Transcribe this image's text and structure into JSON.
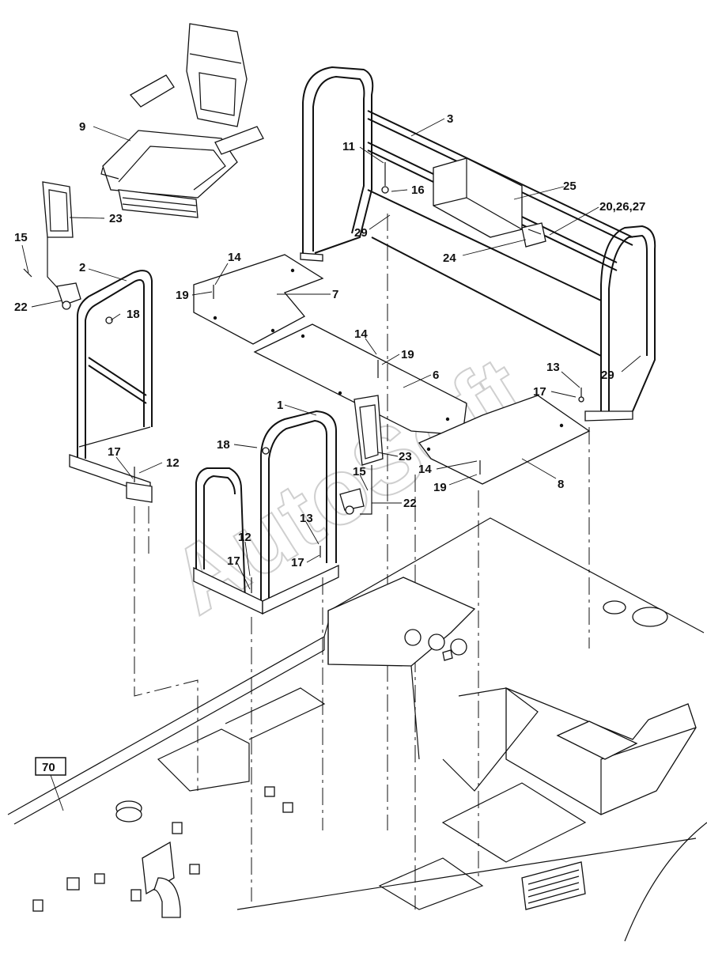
{
  "watermark": "AutoSoft",
  "ref_box": "70",
  "callouts": [
    {
      "id": "9",
      "text": "9"
    },
    {
      "id": "23a",
      "text": "23"
    },
    {
      "id": "15a",
      "text": "15"
    },
    {
      "id": "2",
      "text": "2"
    },
    {
      "id": "22a",
      "text": "22"
    },
    {
      "id": "18a",
      "text": "18"
    },
    {
      "id": "17a",
      "text": "17"
    },
    {
      "id": "12a",
      "text": "12"
    },
    {
      "id": "3",
      "text": "3"
    },
    {
      "id": "11",
      "text": "11"
    },
    {
      "id": "16",
      "text": "16"
    },
    {
      "id": "25",
      "text": "25"
    },
    {
      "id": "20_26_27",
      "text": "20,26,27"
    },
    {
      "id": "29a",
      "text": "29"
    },
    {
      "id": "24",
      "text": "24"
    },
    {
      "id": "14a",
      "text": "14"
    },
    {
      "id": "19a",
      "text": "19"
    },
    {
      "id": "7",
      "text": "7"
    },
    {
      "id": "14b",
      "text": "14"
    },
    {
      "id": "19b",
      "text": "19"
    },
    {
      "id": "6",
      "text": "6"
    },
    {
      "id": "13a",
      "text": "13"
    },
    {
      "id": "17b",
      "text": "17"
    },
    {
      "id": "29b",
      "text": "29"
    },
    {
      "id": "1",
      "text": "1"
    },
    {
      "id": "18b",
      "text": "18"
    },
    {
      "id": "23b",
      "text": "23"
    },
    {
      "id": "14c",
      "text": "14"
    },
    {
      "id": "19c",
      "text": "19"
    },
    {
      "id": "8",
      "text": "8"
    },
    {
      "id": "15b",
      "text": "15"
    },
    {
      "id": "22b",
      "text": "22"
    },
    {
      "id": "13b",
      "text": "13"
    },
    {
      "id": "12b",
      "text": "12"
    },
    {
      "id": "17c",
      "text": "17"
    },
    {
      "id": "17d",
      "text": "17"
    },
    {
      "id": "70",
      "text": "70"
    }
  ]
}
